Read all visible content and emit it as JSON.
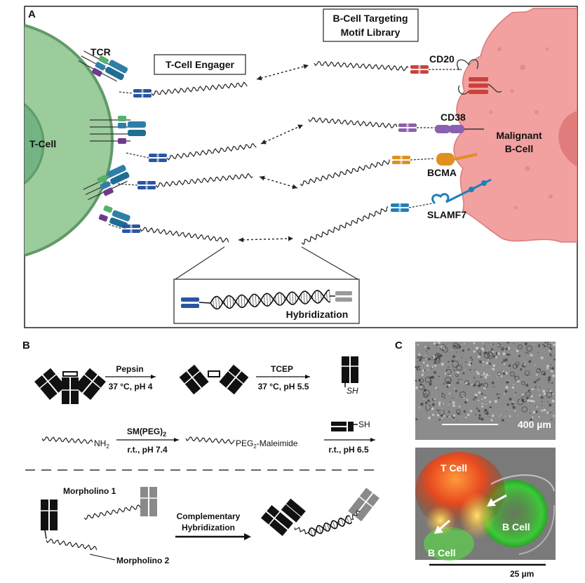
{
  "panels": {
    "a": "A",
    "b": "B",
    "c": "C"
  },
  "panel_a": {
    "t_cell": "T-Cell",
    "tcr": "TCR",
    "engager": "T-Cell Engager",
    "library_line1": "B-Cell Targeting",
    "library_line2": "Motif Library",
    "b_cell_line1": "Malignant",
    "b_cell_line2": "B-Cell",
    "targets": [
      "CD20",
      "CD38",
      "BCMA",
      "SLAMF7"
    ],
    "inset": "Hybridization"
  },
  "panel_b": {
    "step1_top": "Pepsin",
    "step1_bottom": "37 °C, pH 4",
    "step2_top": "TCEP",
    "step2_bottom": "37 °C, pH 5.5",
    "sh1": "SH",
    "nh2_prefix": "NH",
    "nh2_sub": "2",
    "step3_top_a": "SM(PEG)",
    "step3_top_sub": "2",
    "step3_bottom": "r.t., pH 7.4",
    "peg_a": "PEG",
    "peg_sub": "2",
    "peg_b": "-Maleimide",
    "sh2": "SH",
    "step4_bottom": "r.t., pH 6.5",
    "morpholino1": "Morpholino 1",
    "morpholino2": "Morpholino 2",
    "comp_line1": "Complementary",
    "comp_line2": "Hybridization"
  },
  "panel_c": {
    "scale_top": "400 µm",
    "t_cell": "T Cell",
    "b_cell_right": "B Cell",
    "b_cell_bottom": "B Cell",
    "scale_bottom": "25 µm"
  },
  "colors": {
    "t_cell_fill": "#9ccb9c",
    "t_cell_nucleus": "#74b383",
    "b_cell_fill": "#f2a0a0",
    "cd20": "#c9423c",
    "cd38": "#8d5fb0",
    "bcma": "#e0901e",
    "slamf7": "#1f7fb8",
    "engager_blue": "#2a56a0"
  },
  "icons": [
    "antibody-icon",
    "fab-dimer-icon",
    "fab-monomer-icon",
    "arrow-icon",
    "dna-helix-icon"
  ]
}
